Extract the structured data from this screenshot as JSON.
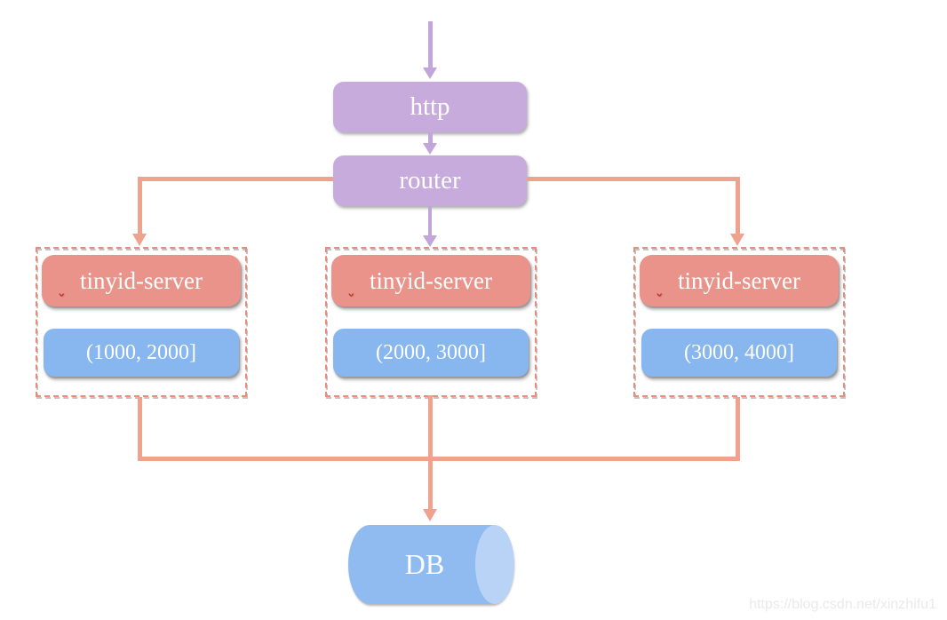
{
  "nodes": {
    "http": {
      "label": "http"
    },
    "router": {
      "label": "router"
    },
    "servers": [
      {
        "label": "tinyid-server",
        "range": "(1000, 2000]"
      },
      {
        "label": "tinyid-server",
        "range": "(2000, 3000]"
      },
      {
        "label": "tinyid-server",
        "range": "(3000, 4000]"
      }
    ],
    "db": {
      "label": "DB"
    }
  },
  "icons": {
    "spellcheck_glyph": "ˇ"
  },
  "colors": {
    "purple_node": "#c7abdd",
    "purple_arrow": "#c2a6da",
    "salmon_node": "#e9938a",
    "salmon_connector": "#efa28e",
    "dashed_border": "#e78d7d",
    "blue_range": "#87b7ee",
    "db_body": "#90bbf0",
    "db_cap": "#b9d3f6",
    "spellcheck_red": "#cc2a1f",
    "watermark_gray": "#eaeaea"
  },
  "watermark": {
    "text": "https://blog.csdn.net/xinzhifu1"
  }
}
